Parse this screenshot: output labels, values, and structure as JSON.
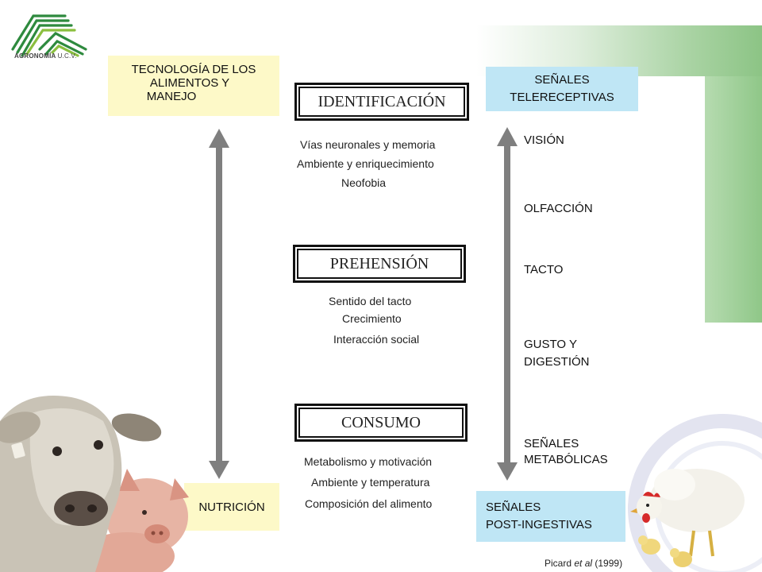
{
  "logo": {
    "brand": "AGRONOMÍA",
    "suffix": "U.C.V."
  },
  "left_top_box": {
    "line1": "TECNOLOGÍA DE LOS",
    "line2": "ALIMENTOS Y",
    "line3": "MANEJO"
  },
  "left_bottom_box": {
    "label": "NUTRICIÓN"
  },
  "right_top_box": {
    "line1": "SEÑALES",
    "line2": "TELERECEPTIVAS"
  },
  "right_bottom_box": {
    "line1": "SEÑALES",
    "line2": "POST-INGESTIVAS"
  },
  "stages": [
    {
      "title": "IDENTIFICACIÓN",
      "items": [
        "Vías neuronales y memoria",
        "Ambiente y enriquecimiento",
        "Neofobia"
      ]
    },
    {
      "title": "PREHENSIÓN",
      "items": [
        "Sentido del tacto",
        "Crecimiento",
        "Interacción social"
      ]
    },
    {
      "title": "CONSUMO",
      "items": [
        "Metabolismo y motivación",
        "Ambiente y temperatura",
        "Composición del alimento"
      ]
    }
  ],
  "signals": [
    {
      "line1": "VISIÓN",
      "line2": ""
    },
    {
      "line1": "OLFACCIÓN",
      "line2": ""
    },
    {
      "line1": "TACTO",
      "line2": ""
    },
    {
      "line1": "GUSTO Y",
      "line2": "DIGESTIÓN"
    },
    {
      "line1": "SEÑALES",
      "line2": "METABÓLICAS"
    }
  ],
  "citation": {
    "author": "Picard",
    "etal": "et al",
    "year": "(1999)"
  },
  "colors": {
    "yellow_box": "#fdf9c8",
    "blue_box": "#bfe6f5",
    "arrow": "#7f7f7f",
    "logo_green": "#2e8a3e"
  }
}
